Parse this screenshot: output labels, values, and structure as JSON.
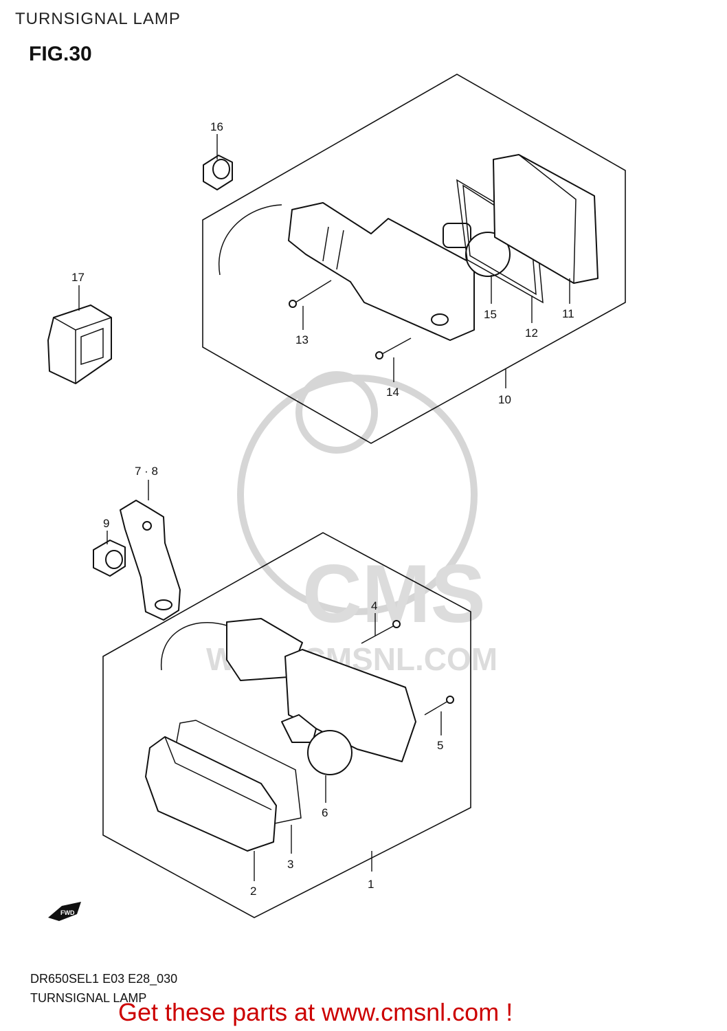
{
  "header": {
    "title": "TURNSIGNAL LAMP",
    "figure": "FIG.30"
  },
  "watermark": {
    "brand": "CMS",
    "url": "WWW.CMSNL.COM"
  },
  "callouts": {
    "p1": "1",
    "p2": "2",
    "p3": "3",
    "p4": "4",
    "p5": "5",
    "p6": "6",
    "p7_8": "7 · 8",
    "p9": "9",
    "p10": "10",
    "p11": "11",
    "p12": "12",
    "p13": "13",
    "p14": "14",
    "p15": "15",
    "p16": "16",
    "p17": "17"
  },
  "fwd_label": "FWD",
  "footer": {
    "code": "DR650SEL1 E03 E28_030",
    "title": "TURNSIGNAL LAMP",
    "link": "Get these parts at www.cmsnl.com !"
  }
}
